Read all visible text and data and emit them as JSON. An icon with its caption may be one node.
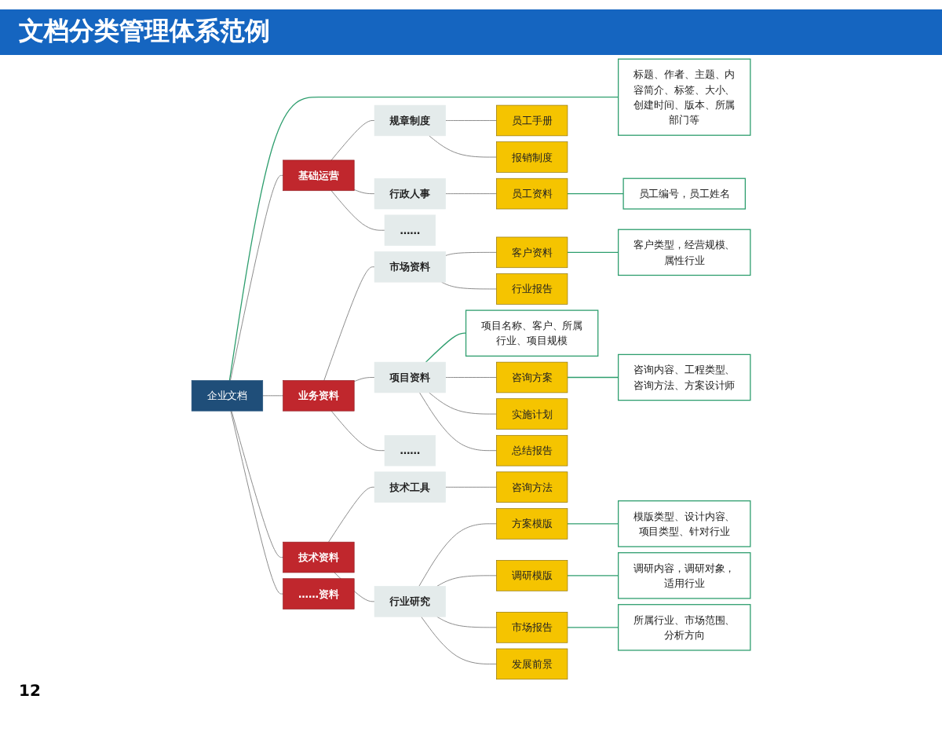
{
  "diagram": {
    "title": "文档分类管理体系范例",
    "nodes": [
      {
        "text": [
          "企业文档"
        ]
      },
      {
        "text": [
          "标题、作者、主题、内容简介、标签、大小、创建时间、版本、所属部门等"
        ]
      },
      {
        "text": [
          "基础运营"
        ]
      },
      {
        "text": [
          "规章制度"
        ]
      },
      {
        "text": [
          "员工手册"
        ]
      },
      {
        "text": [
          "报销制度"
        ]
      },
      {
        "text": [
          "行政人事"
        ]
      },
      {
        "text": [
          "员工资料"
        ]
      },
      {
        "text": [
          "员工编号，员工姓名"
        ]
      },
      {
        "text": [
          "……"
        ]
      },
      {
        "text": [
          "业务资料"
        ]
      },
      {
        "text": [
          "市场资料"
        ]
      },
      {
        "text": [
          "客户资料"
        ]
      },
      {
        "text": [
          "客户类型，经营规模、属性行业"
        ]
      },
      {
        "text": [
          "行业报告"
        ]
      },
      {
        "text": [
          "项目资料"
        ]
      },
      {
        "text": [
          "项目名称、客户、所属行业、项目规模"
        ]
      },
      {
        "text": [
          "咨询方案"
        ]
      },
      {
        "text": [
          "咨询内容、工程类型、咨询方法、方案设计师"
        ]
      },
      {
        "text": [
          "实施计划"
        ]
      },
      {
        "text": [
          "总结报告"
        ]
      },
      {
        "text": [
          "……"
        ]
      },
      {
        "text": [
          "技术资料"
        ]
      },
      {
        "text": [
          "技术工具"
        ]
      },
      {
        "text": [
          "咨询方法"
        ]
      },
      {
        "text": [
          "方案模版"
        ]
      },
      {
        "text": [
          "模版类型、设计内容、项目类型、针对行业"
        ]
      },
      {
        "text": [
          "行业研究"
        ]
      },
      {
        "text": [
          "调研模版"
        ]
      },
      {
        "text": [
          "调研内容，调研对象，适用行业"
        ]
      },
      {
        "text": [
          "市场报告"
        ]
      },
      {
        "text": [
          "所属行业、市场范围、分析方向"
        ]
      },
      {
        "text": [
          "发展前景"
        ]
      },
      {
        "text": [
          "……资料"
        ]
      }
    ],
    "edges": [
      {
        "from": 0,
        "to": 1,
        "arrow": "none",
        "color": "#2e9e6e"
      },
      {
        "from": 0,
        "to": 2,
        "arrow": "none"
      },
      {
        "from": 2,
        "to": 3,
        "arrow": "none"
      },
      {
        "from": 3,
        "to": 4,
        "arrow": "none"
      },
      {
        "from": 3,
        "to": 5,
        "arrow": "none"
      },
      {
        "from": 2,
        "to": 6,
        "arrow": "none"
      },
      {
        "from": 6,
        "to": 7,
        "arrow": "none"
      },
      {
        "from": 7,
        "to": 8,
        "arrow": "none",
        "color": "#2e9e6e"
      },
      {
        "from": 2,
        "to": 9,
        "arrow": "none"
      },
      {
        "from": 0,
        "to": 10,
        "arrow": "none"
      },
      {
        "from": 10,
        "to": 11,
        "arrow": "none"
      },
      {
        "from": 11,
        "to": 12,
        "arrow": "none"
      },
      {
        "from": 12,
        "to": 13,
        "arrow": "none",
        "color": "#2e9e6e"
      },
      {
        "from": 11,
        "to": 14,
        "arrow": "none"
      },
      {
        "from": 10,
        "to": 15,
        "arrow": "none"
      },
      {
        "from": 15,
        "to": 16,
        "arrow": "none",
        "color": "#2e9e6e"
      },
      {
        "from": 15,
        "to": 17,
        "arrow": "none"
      },
      {
        "from": 17,
        "to": 18,
        "arrow": "none",
        "color": "#2e9e6e"
      },
      {
        "from": 15,
        "to": 19,
        "arrow": "none"
      },
      {
        "from": 15,
        "to": 20,
        "arrow": "none"
      },
      {
        "from": 10,
        "to": 21,
        "arrow": "none"
      },
      {
        "from": 0,
        "to": 22,
        "arrow": "none"
      },
      {
        "from": 22,
        "to": 23,
        "arrow": "none"
      },
      {
        "from": 23,
        "to": 24,
        "arrow": "none"
      },
      {
        "from": 22,
        "to": 27,
        "arrow": "none"
      },
      {
        "from": 27,
        "to": 25,
        "arrow": "none"
      },
      {
        "from": 25,
        "to": 26,
        "arrow": "none",
        "color": "#2e9e6e"
      },
      {
        "from": 27,
        "to": 28,
        "arrow": "none"
      },
      {
        "from": 28,
        "to": 29,
        "arrow": "none",
        "color": "#2e9e6e"
      },
      {
        "from": 27,
        "to": 30,
        "arrow": "none"
      },
      {
        "from": 30,
        "to": 31,
        "arrow": "none",
        "color": "#2e9e6e"
      },
      {
        "from": 27,
        "to": 32,
        "arrow": "none"
      },
      {
        "from": 0,
        "to": 33,
        "arrow": "none"
      }
    ],
    "labels": [
      "12"
    ]
  }
}
